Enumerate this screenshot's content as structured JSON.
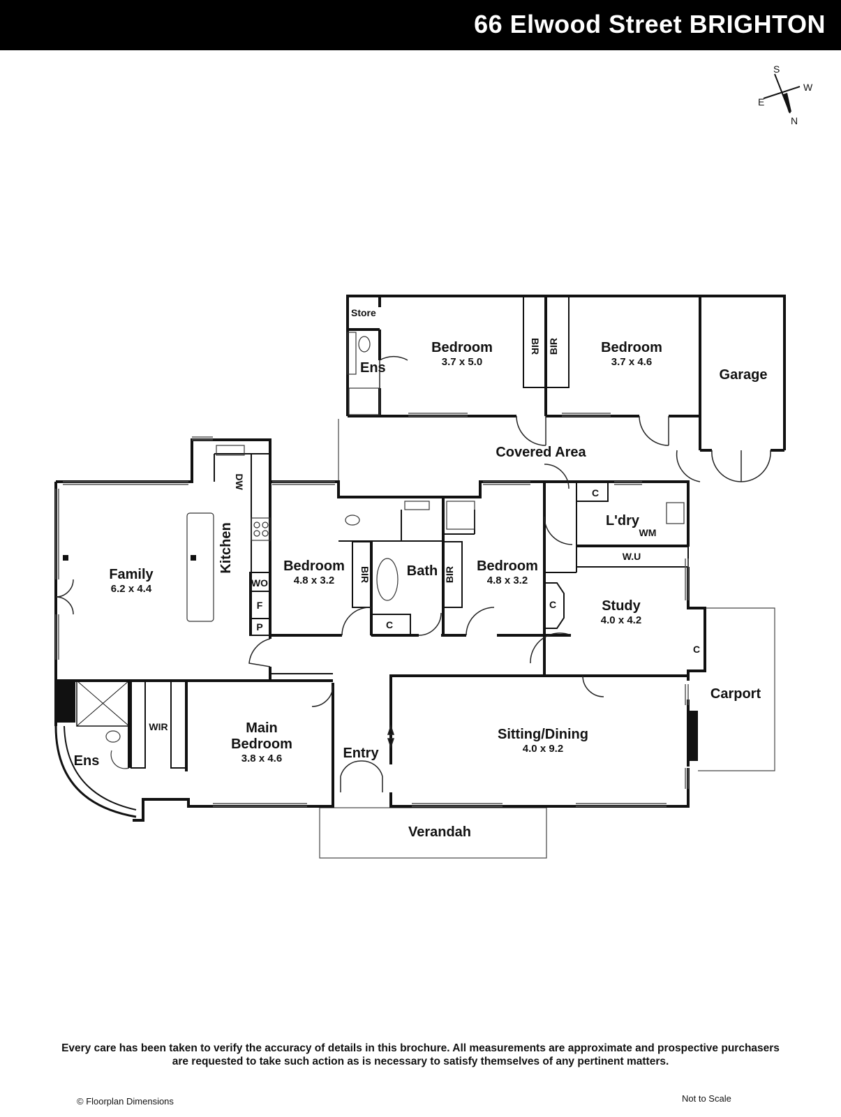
{
  "header": {
    "title": "66 Elwood Street BRIGHTON"
  },
  "compass": {
    "s": "S",
    "w": "W",
    "e": "E",
    "n": "N"
  },
  "rooms": {
    "store": "Store",
    "ens_upper": "Ens",
    "bedroom1": {
      "name": "Bedroom",
      "dims": "3.7 x 5.0"
    },
    "bir1": "BIR",
    "bir2": "BIR",
    "bedroom2": {
      "name": "Bedroom",
      "dims": "3.7 x 4.6"
    },
    "garage": "Garage",
    "covered_area": "Covered Area",
    "dw": "DW",
    "kitchen": "Kitchen",
    "wo": "WO",
    "f": "F",
    "p": "P",
    "family": {
      "name": "Family",
      "dims": "6.2 x 4.4"
    },
    "bedroom3": {
      "name": "Bedroom",
      "dims": "4.8 x 3.2"
    },
    "bir3": "BIR",
    "bath": "Bath",
    "bir4": "BIR",
    "bath_c": "C",
    "bedroom4": {
      "name": "Bedroom",
      "dims": "4.8 x 3.2"
    },
    "laundry_c": "C",
    "laundry": "L'dry",
    "wm": "WM",
    "wu": "W.U",
    "study_c1": "C",
    "study": {
      "name": "Study",
      "dims": "4.0 x 4.2"
    },
    "study_c2": "C",
    "carport": "Carport",
    "wir": "WIR",
    "ens_lower": "Ens",
    "main_bedroom": {
      "name1": "Main",
      "name2": "Bedroom",
      "dims": "3.8 x 4.6"
    },
    "entry": "Entry",
    "sitting": {
      "name": "Sitting/Dining",
      "dims": "4.0 x 9.2"
    },
    "verandah": "Verandah"
  },
  "footer": {
    "line1": "Every care has been taken to verify the accuracy of details in this brochure. All measurements are approximate and prospective purchasers",
    "line2": "are requested to take such action as is necessary to satisfy themselves of any pertinent matters.",
    "credit": "© Floorplan Dimensions",
    "scale_note": "Not to Scale"
  }
}
